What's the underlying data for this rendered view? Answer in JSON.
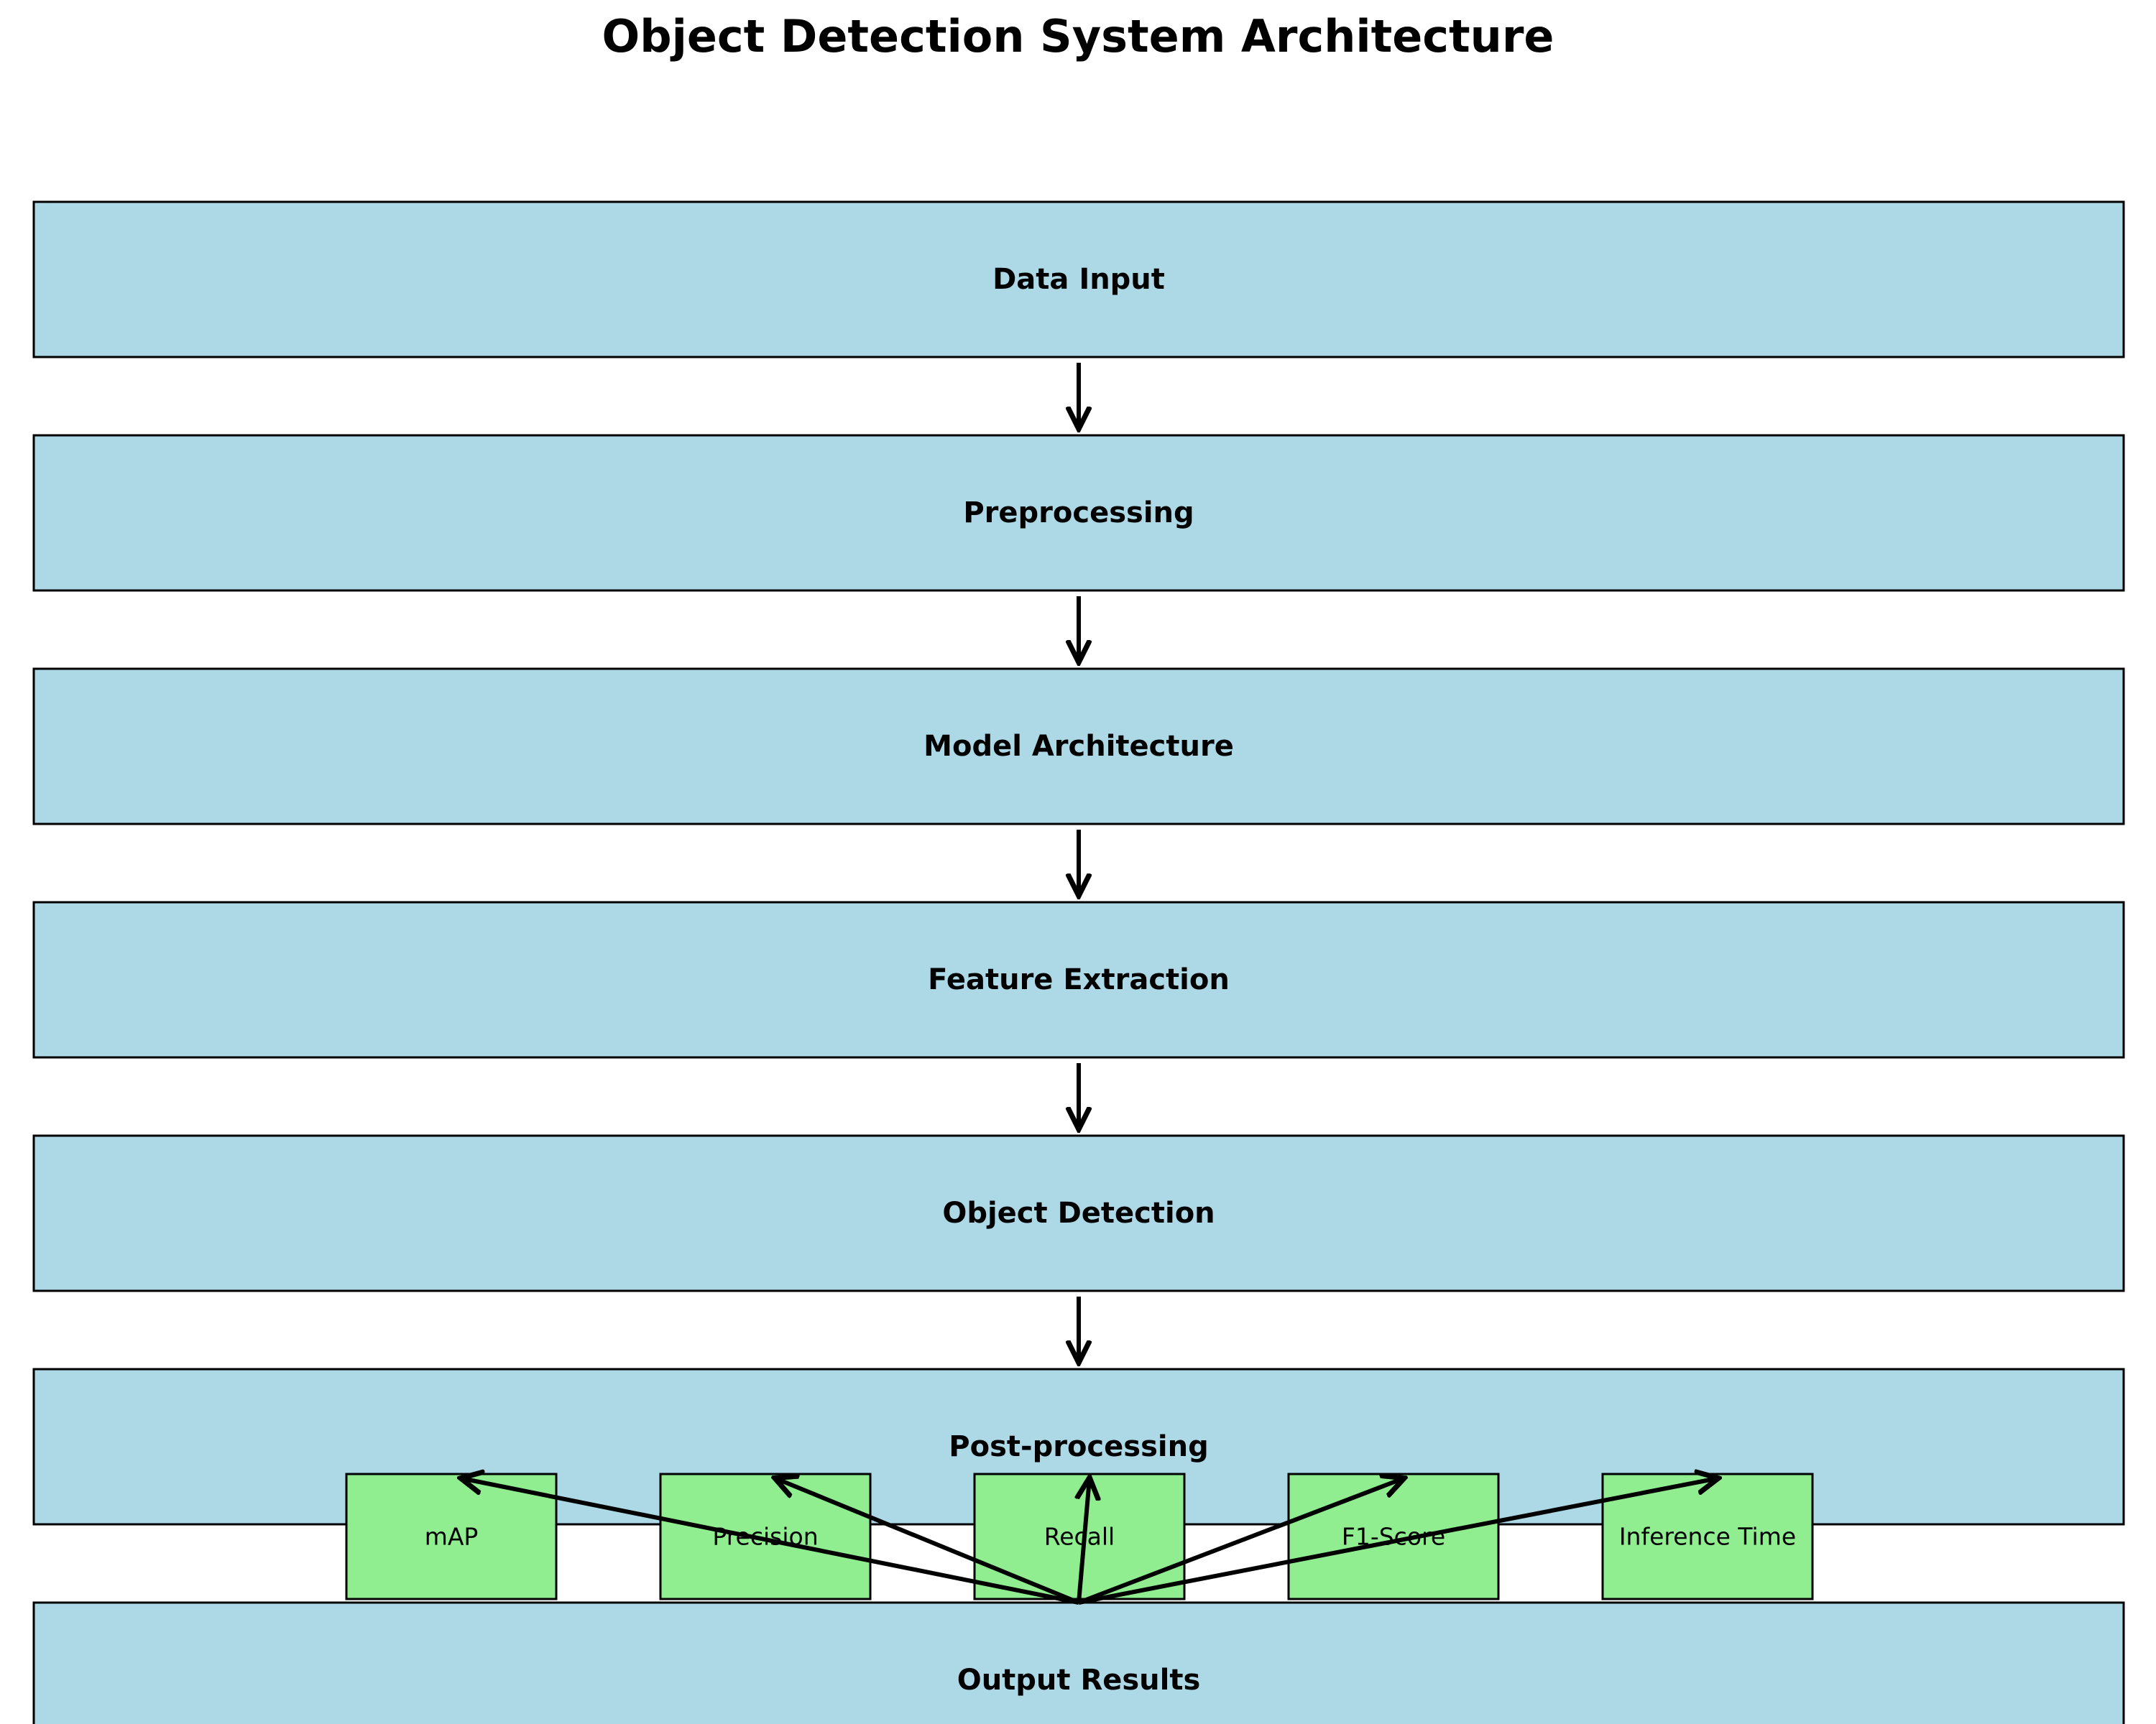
{
  "title": "Object Detection System Architecture",
  "colors": {
    "stage_fill": "#add8e6",
    "metric_fill": "#90ee90",
    "stroke": "#000000",
    "background": "#ffffff"
  },
  "stages": [
    {
      "label": "Data Input"
    },
    {
      "label": "Preprocessing"
    },
    {
      "label": "Model Architecture"
    },
    {
      "label": "Feature Extraction"
    },
    {
      "label": "Object Detection"
    },
    {
      "label": "Post-processing"
    },
    {
      "label": "Output Results"
    }
  ],
  "metrics": [
    {
      "label": "mAP"
    },
    {
      "label": "Precision"
    },
    {
      "label": "Recall"
    },
    {
      "label": "F1-Score"
    },
    {
      "label": "Inference Time"
    }
  ],
  "edges": {
    "stage_sequence": [
      [
        "Data Input",
        "Preprocessing"
      ],
      [
        "Preprocessing",
        "Model Architecture"
      ],
      [
        "Model Architecture",
        "Feature Extraction"
      ],
      [
        "Feature Extraction",
        "Object Detection"
      ],
      [
        "Object Detection",
        "Post-processing"
      ]
    ],
    "metric_source": "Output Results"
  }
}
